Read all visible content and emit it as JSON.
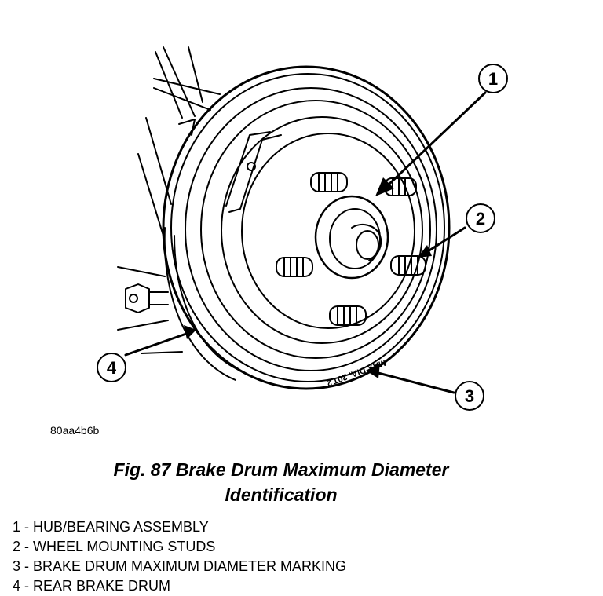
{
  "figure": {
    "callouts": [
      "1",
      "2",
      "3",
      "4"
    ],
    "drum_marking": "MAX DIA. 20T.2",
    "image_code": "80aa4b6b"
  },
  "caption": {
    "line1": "Fig. 87 Brake Drum Maximum Diameter",
    "line2": "Identification"
  },
  "legend": [
    "1 - HUB/BEARING ASSEMBLY",
    "2 - WHEEL MOUNTING STUDS",
    "3 - BRAKE DRUM MAXIMUM DIAMETER MARKING",
    "4 - REAR BRAKE DRUM"
  ]
}
